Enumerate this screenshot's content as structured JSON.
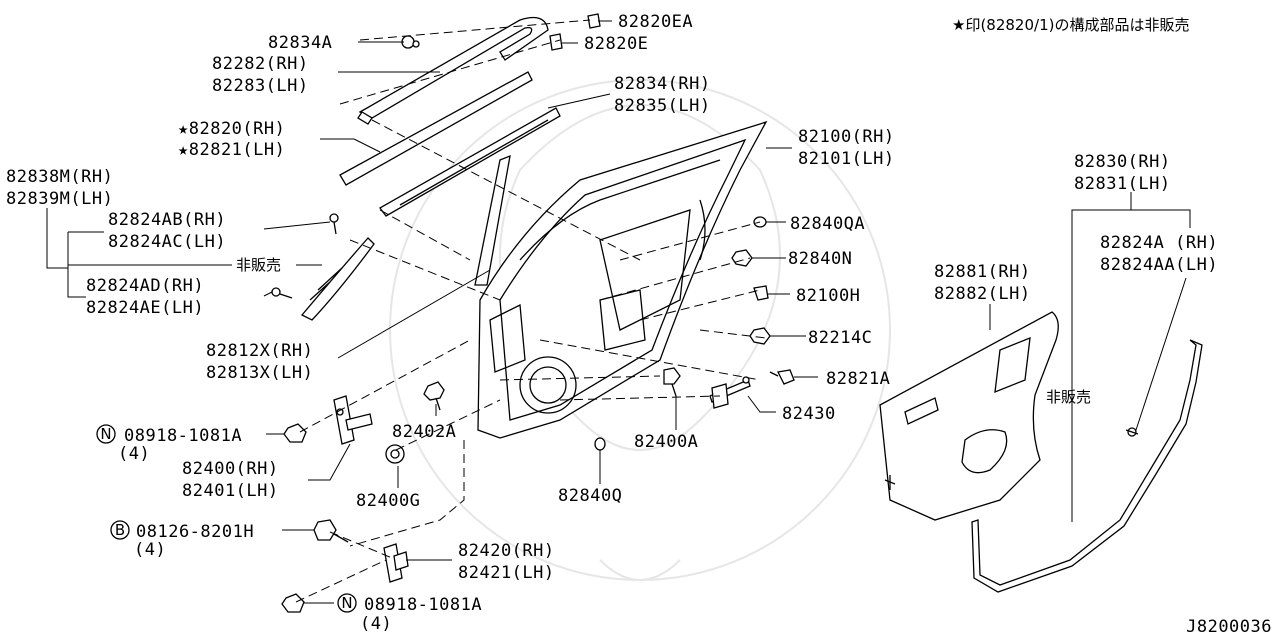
{
  "diagram": {
    "note": "★印(82820/1)の構成部品は非販売",
    "code": "J8200036",
    "labels": {
      "p82820EA": "82820EA",
      "p82834A": "82834A",
      "p82820E": "82820E",
      "p82282": "82282(RH)",
      "p82283": "82283(LH)",
      "p82834": "82834(RH)",
      "p82835": "82835(LH)",
      "p82820": "★82820(RH)",
      "p82821": "★82821(LH)",
      "p82838M": "82838M(RH)",
      "p82839M": "82839M(LH)",
      "p82824AB": "82824AB(RH)",
      "p82824AC": "82824AC(LH)",
      "hihanbai1": "非販売",
      "p82824AD": "82824AD(RH)",
      "p82824AE": "82824AE(LH)",
      "p82100": "82100(RH)",
      "p82101": "82101(LH)",
      "p82830": "82830(RH)",
      "p82831": "82831(LH)",
      "p82840QA": "82840QA",
      "p82840N": "82840N",
      "p82100H": "82100H",
      "p82214C": "82214C",
      "p82821A": "82821A",
      "p82824A": "82824A (RH)",
      "p82824AA": "82824AA(LH)",
      "p82881": "82881(RH)",
      "p82882": "82882(LH)",
      "hihanbai2": "非販売",
      "p82812X": "82812X(RH)",
      "p82813X": "82813X(LH)",
      "p82430": "82430",
      "p82402A": "82402A",
      "p82400A": "82400A",
      "n08918a": "08918-1081A",
      "qty4a": "(4)",
      "p82400": "82400(RH)",
      "p82401": "82401(LH)",
      "p82400G": "82400G",
      "p82840Q": "82840Q",
      "b08126": "08126-8201H",
      "qty4b": "(4)",
      "p82420": "82420(RH)",
      "p82421": "82421(LH)",
      "n08918b": "08918-1081A",
      "qty4c": "(4)",
      "circleN": "N",
      "circleB": "B"
    }
  }
}
